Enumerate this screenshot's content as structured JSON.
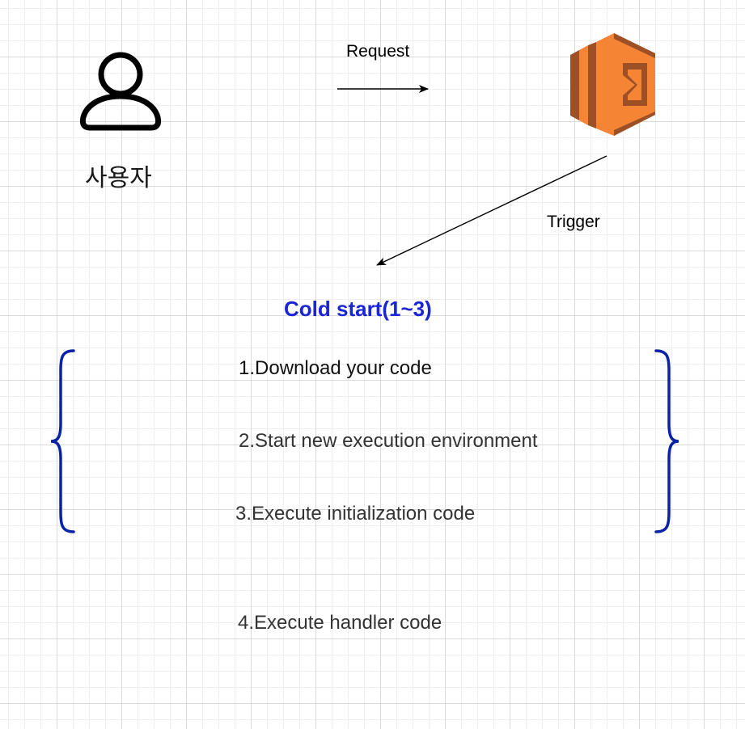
{
  "colors": {
    "title": "#1a25d6",
    "brace": "#0a22a8",
    "lambda_light": "#f58534",
    "lambda_dark": "#9d5025",
    "arrow": "#000000"
  },
  "user": {
    "icon": "user-icon",
    "label": "사용자"
  },
  "lambda": {
    "icon": "aws-lambda-icon"
  },
  "edges": {
    "request_label": "Request",
    "trigger_label": "Trigger"
  },
  "cold_start": {
    "title": "Cold start(1~3)",
    "steps": [
      "1.Download your code",
      "2.Start new execution environment",
      "3.Execute initialization code"
    ]
  },
  "handler_step": "4.Execute handler code"
}
